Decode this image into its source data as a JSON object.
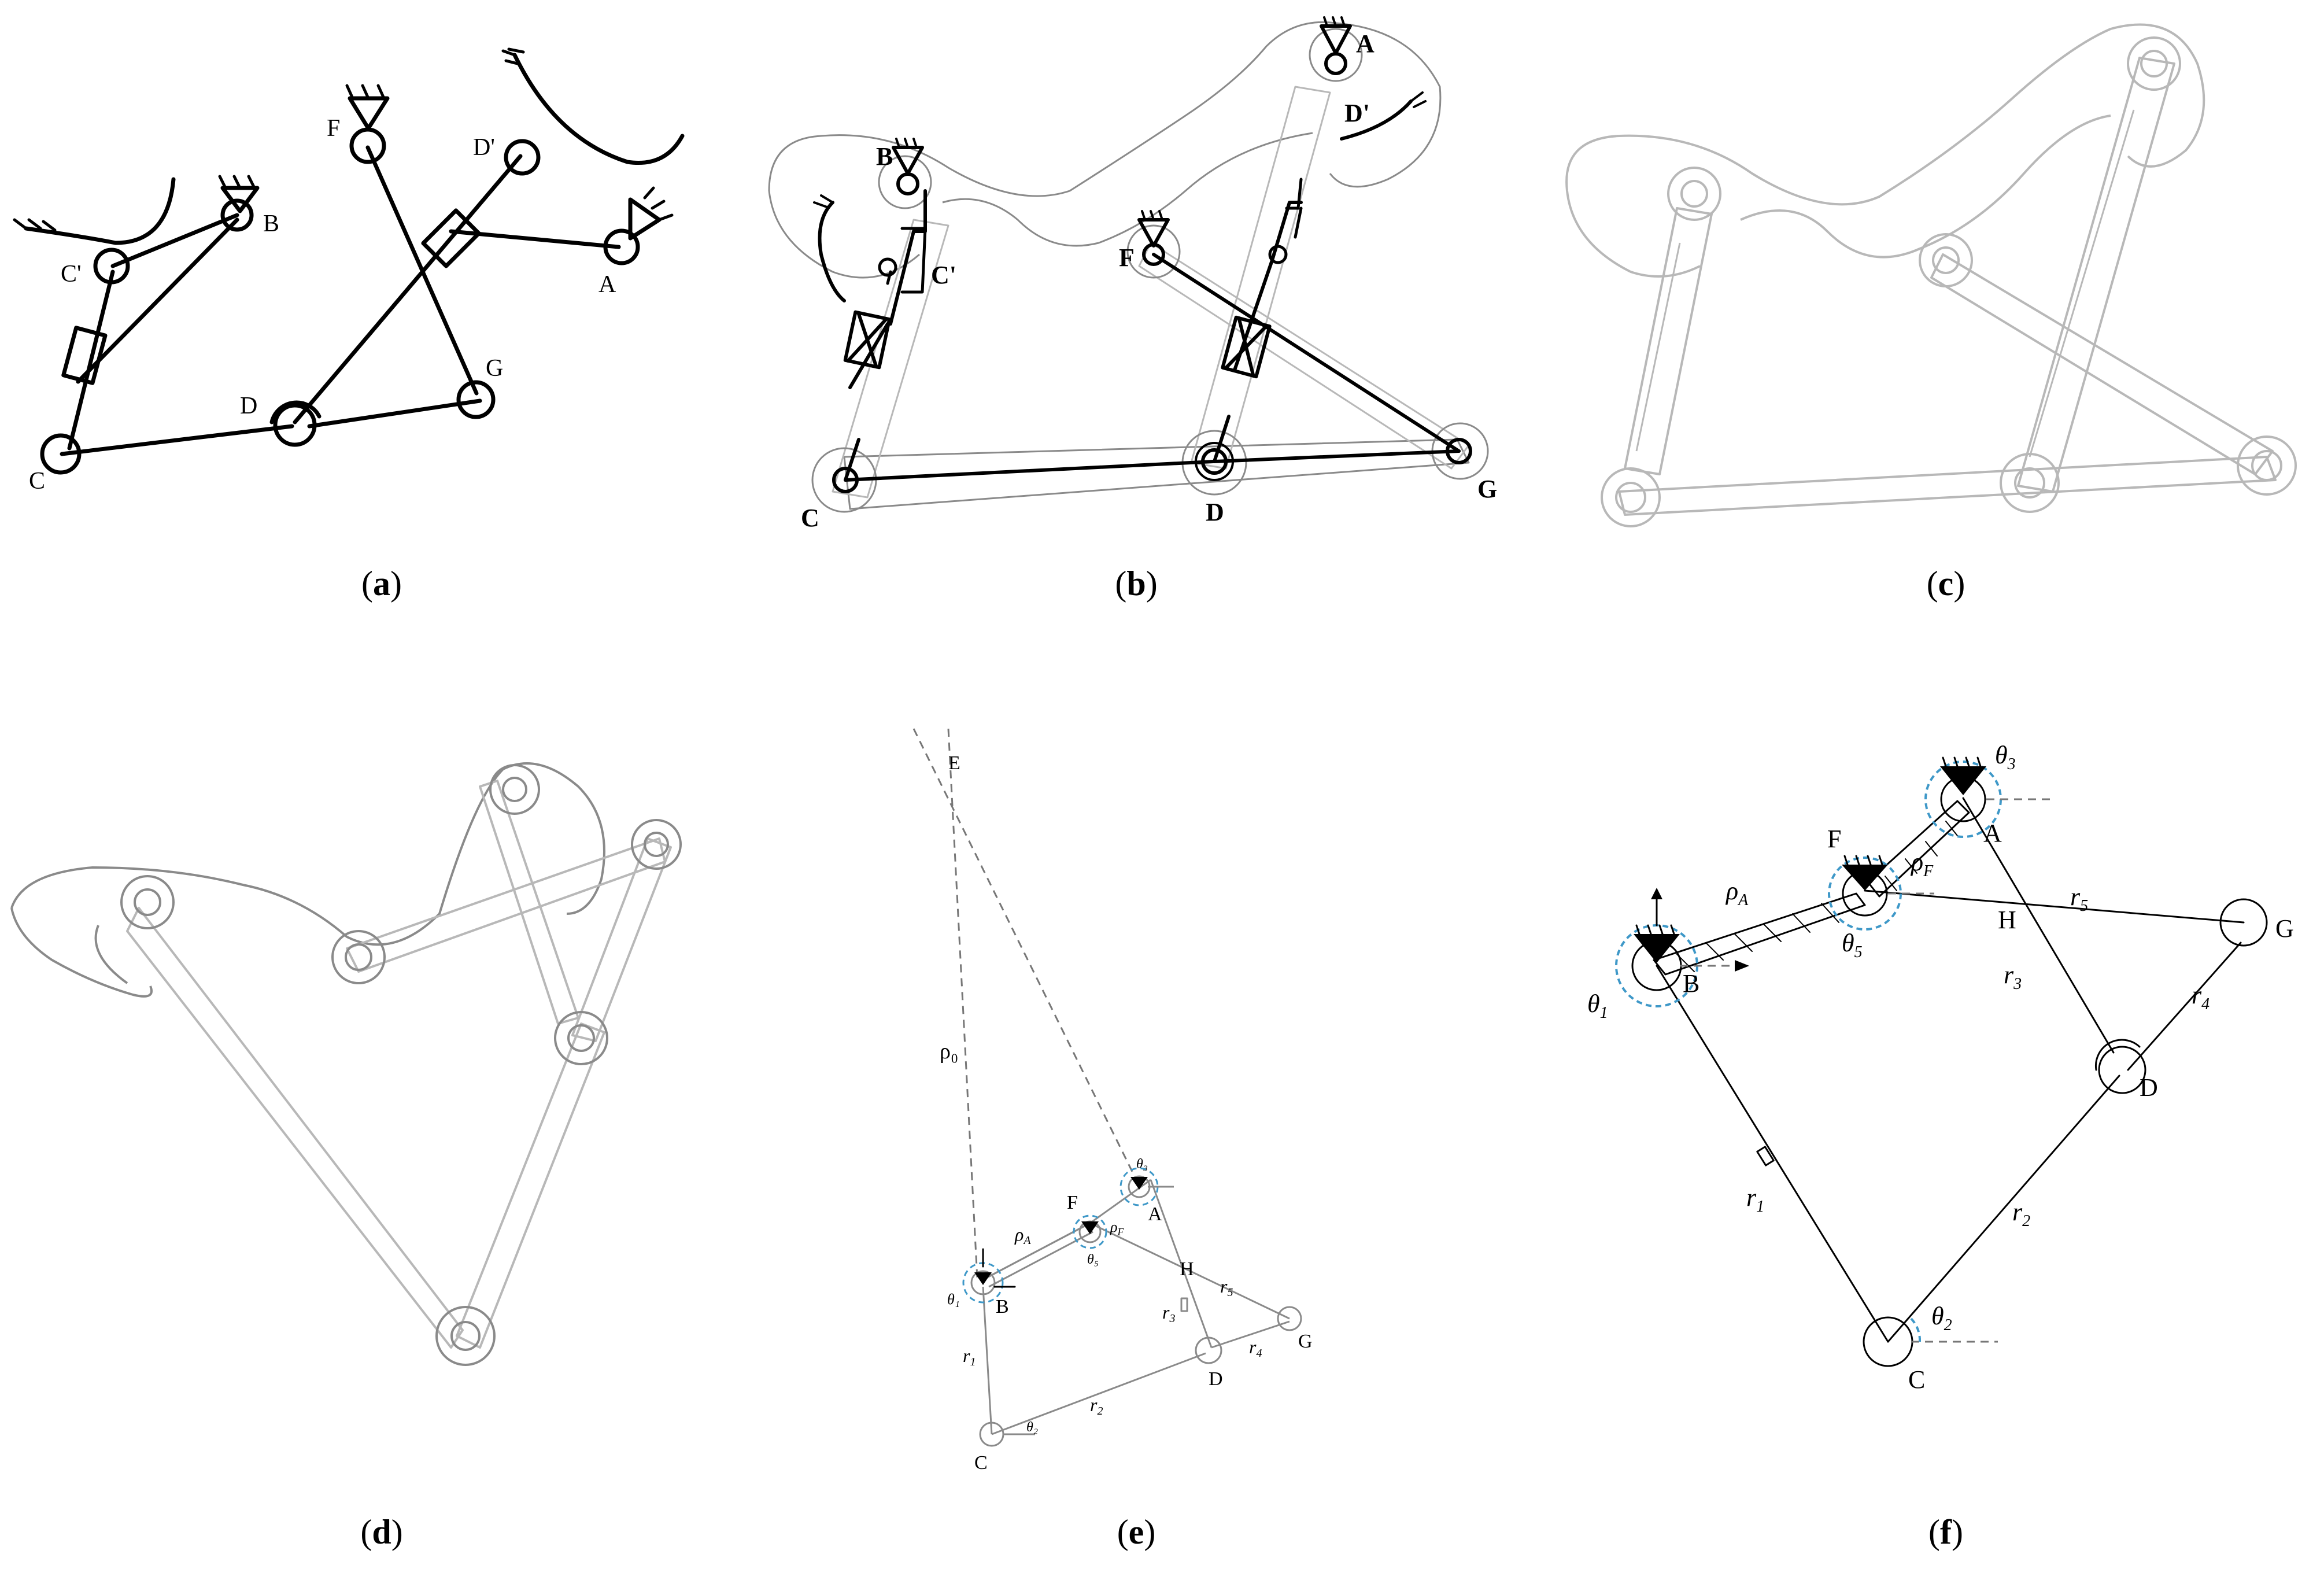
{
  "panels": {
    "a": {
      "caption": "a",
      "labels": {
        "C_prime": "C'",
        "B": "B",
        "F": "F",
        "D_prime": "D'",
        "A": "A",
        "G": "G",
        "D": "D",
        "C": "C"
      }
    },
    "b": {
      "caption": "b",
      "labels": {
        "A": "A",
        "D_prime": "D'",
        "B": "B",
        "F": "F",
        "C_prime": "C'",
        "C": "C",
        "D": "D",
        "G": "G"
      }
    },
    "c": {
      "caption": "c"
    },
    "d": {
      "caption": "d"
    },
    "e": {
      "caption": "e",
      "labels": {
        "E": "E",
        "rho0": "ρ₀",
        "F": "F",
        "A": "A",
        "theta3": "θ₃",
        "rhoA": "ρ",
        "rhoA_sub": "A",
        "rhoF": "ρ",
        "rhoF_sub": "F",
        "theta1": "θ₁",
        "B": "B",
        "theta5": "θ₅",
        "H": "H",
        "r5": "r",
        "r5_sub": "5",
        "r3": "r",
        "r3_sub": "3",
        "G": "G",
        "r1": "r",
        "r1_sub": "1",
        "r4": "r",
        "r4_sub": "4",
        "D": "D",
        "r2": "r",
        "r2_sub": "2",
        "theta2": "θ₂",
        "C": "C"
      }
    },
    "f": {
      "caption": "f",
      "labels": {
        "theta3": "θ",
        "theta3_sub": "3",
        "F": "F",
        "A": "A",
        "rhoF": "ρ",
        "rhoF_sub": "F",
        "rhoA": "ρ",
        "rhoA_sub": "A",
        "r5": "r",
        "r5_sub": "5",
        "H": "H",
        "G": "G",
        "theta5": "θ",
        "theta5_sub": "5",
        "B": "B",
        "theta1": "θ",
        "theta1_sub": "1",
        "r3": "r",
        "r3_sub": "3",
        "r4": "r",
        "r4_sub": "4",
        "D": "D",
        "r1": "r",
        "r1_sub": "1",
        "r2": "r",
        "r2_sub": "2",
        "theta2": "θ",
        "theta2_sub": "2",
        "C": "C"
      }
    }
  },
  "colors": {
    "ink": "#000000",
    "gray": "#8a8a8a",
    "accent_blue": "#3e98c8"
  }
}
